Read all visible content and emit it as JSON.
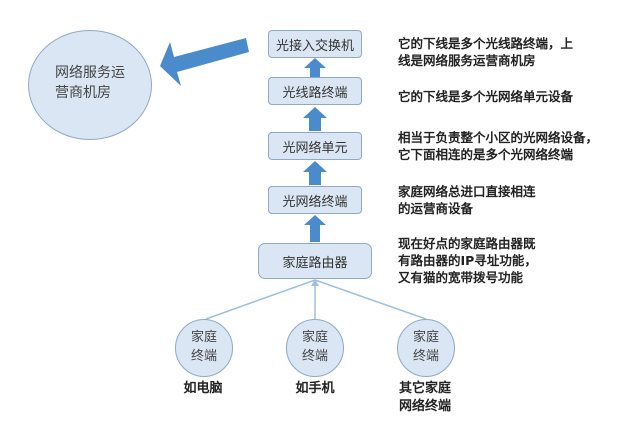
{
  "operator": {
    "label_line1": "网络服务运",
    "label_line2": "营商机房"
  },
  "chain": [
    {
      "label": "光接入交换机",
      "note": [
        "它的下线是多个光线路终端，上",
        "线是网络服务运营商机房"
      ]
    },
    {
      "label": "光线路终端",
      "note": [
        "它的下线是多个光网络单元设备"
      ]
    },
    {
      "label": "光网络单元",
      "note": [
        "相当于负责整个小区的光网络设备，",
        "它下面相连的是多个光网络终端"
      ]
    },
    {
      "label": "光网络终端",
      "note": [
        "家庭网络总进口直接相连",
        "的运营商设备"
      ]
    },
    {
      "label": "家庭路由器",
      "note": [
        "现在好点的家庭路由器既",
        "有路由器的IP寻址功能，",
        "又有猫的宽带拨号功能"
      ]
    }
  ],
  "terminals": [
    {
      "line1": "家庭",
      "line2": "终端",
      "caption": [
        "如电脑"
      ]
    },
    {
      "line1": "家庭",
      "line2": "终端",
      "caption": [
        "如手机"
      ]
    },
    {
      "line1": "家庭",
      "line2": "终端",
      "caption": [
        "其它家庭",
        "网络终端"
      ]
    }
  ],
  "colors": {
    "arrow": "#4a8ccb",
    "fill": "#dae6f3",
    "line": "#9fbfdf"
  }
}
